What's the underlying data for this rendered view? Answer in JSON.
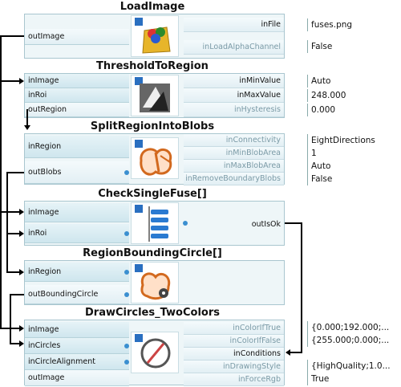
{
  "blocks": [
    {
      "title": "LoadImage",
      "inputs": [],
      "outputs": [
        "outImage"
      ],
      "params": [
        "inFile",
        "inLoadAlphaChannel"
      ],
      "values": [
        "fuses.png",
        "False"
      ],
      "icon": "folder-icon"
    },
    {
      "title": "ThresholdToRegion",
      "inputs": [
        "inImage",
        "inRoi"
      ],
      "outputs": [
        "outRegion"
      ],
      "params": [
        "inMinValue",
        "inMaxValue",
        "inHysteresis"
      ],
      "values": [
        "Auto",
        "248.000",
        "0.000"
      ],
      "icon": "threshold-icon"
    },
    {
      "title": "SplitRegionIntoBlobs",
      "inputs": [
        "inRegion"
      ],
      "outputs": [
        "outBlobs"
      ],
      "params": [
        "inConnectivity",
        "inMinBlobArea",
        "inMaxBlobArea",
        "inRemoveBoundaryBlobs"
      ],
      "values": [
        "EightDirections",
        "1",
        "Auto",
        "False"
      ],
      "icon": "blobs-icon"
    },
    {
      "title": "CheckSingleFuse[]",
      "inputs": [
        "inImage",
        "inRoi"
      ],
      "outputs": [
        "outIsOk"
      ],
      "params": [],
      "values": [],
      "icon": "list-icon"
    },
    {
      "title": "RegionBoundingCircle[]",
      "inputs": [
        "inRegion"
      ],
      "outputs": [
        "outBoundingCircle"
      ],
      "params": [],
      "values": [],
      "icon": "region-gear-icon"
    },
    {
      "title": "DrawCircles_TwoColors",
      "inputs": [
        "inImage",
        "inCircles",
        "inCircleAlignment"
      ],
      "outputs": [
        "outImage"
      ],
      "params": [
        "inColorIfTrue",
        "inColorIfFalse",
        "inConditions",
        "inDrawingStyle",
        "inForceRgb"
      ],
      "values": [
        "{0.000;192.000;...",
        "{255.000;0.000;...",
        "",
        "{HighQuality;1.0...",
        "True"
      ],
      "icon": "draw-circle-icon"
    }
  ]
}
